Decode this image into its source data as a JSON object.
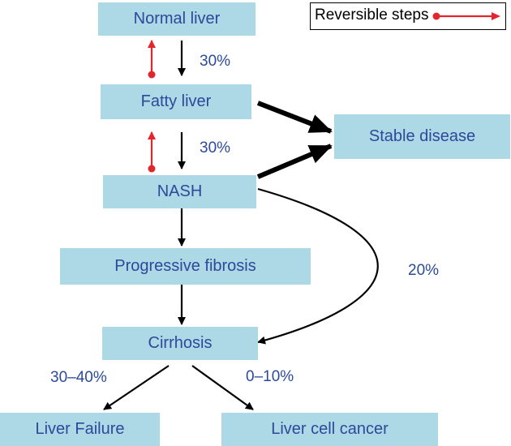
{
  "colors": {
    "box_fill": "#add8e6",
    "box_text": "#2b4a9a",
    "arrow": "#000000",
    "reversible": "#e3262b"
  },
  "nodes": {
    "normal_liver": "Normal liver",
    "fatty_liver": "Fatty liver",
    "nash": "NASH",
    "stable_disease": "Stable disease",
    "progressive_fibrosis": "Progressive fibrosis",
    "cirrhosis": "Cirrhosis",
    "liver_failure": "Liver Failure",
    "liver_cell_cancer": "Liver cell cancer"
  },
  "edges": {
    "normal_to_fatty": "30%",
    "fatty_to_nash": "30%",
    "nash_to_cirrhosis": "20%",
    "cirrhosis_to_failure": "30–40%",
    "cirrhosis_to_cancer": "0–10%"
  },
  "legend": {
    "text": "Reversible steps"
  }
}
